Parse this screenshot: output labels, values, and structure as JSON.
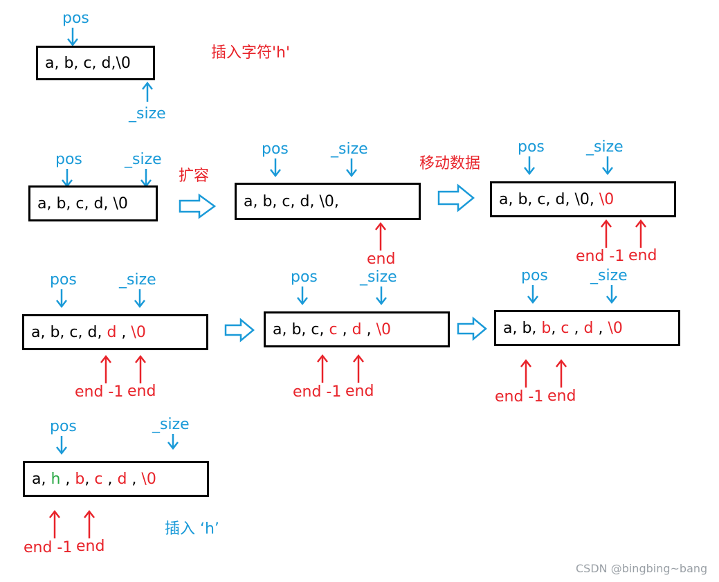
{
  "labels": {
    "pos": "pos",
    "size": "_size",
    "end": "end",
    "end_minus_1": "end -1"
  },
  "captions": {
    "insert_char": "插入字符'h'",
    "expand": "扩容",
    "move_data": "移动数据",
    "insert_h": "插入 ‘h’"
  },
  "boxes": {
    "b1": [
      {
        "t": "a, b, c, d,\\0",
        "c": "black"
      }
    ],
    "b2": [
      {
        "t": "a, b, c, d, \\0",
        "c": "black"
      }
    ],
    "b3": [
      {
        "t": "a, b, c, d, \\0,",
        "c": "black"
      }
    ],
    "b4": [
      {
        "t": "a, b, c, d, \\0, ",
        "c": "black"
      },
      {
        "t": "\\0",
        "c": "red"
      }
    ],
    "b5": [
      {
        "t": "a, b, c, d, ",
        "c": "black"
      },
      {
        "t": "d",
        "c": "red"
      },
      {
        "t": " , ",
        "c": "black"
      },
      {
        "t": "\\0",
        "c": "red"
      }
    ],
    "b6": [
      {
        "t": "a, b, c, ",
        "c": "black"
      },
      {
        "t": "c",
        "c": "red"
      },
      {
        "t": " , ",
        "c": "black"
      },
      {
        "t": "d",
        "c": "red"
      },
      {
        "t": " , ",
        "c": "black"
      },
      {
        "t": "\\0",
        "c": "red"
      }
    ],
    "b7": [
      {
        "t": "a, b, ",
        "c": "black"
      },
      {
        "t": "b",
        "c": "red"
      },
      {
        "t": ", ",
        "c": "black"
      },
      {
        "t": "c",
        "c": "red"
      },
      {
        "t": " , ",
        "c": "black"
      },
      {
        "t": "d",
        "c": "red"
      },
      {
        "t": " , ",
        "c": "black"
      },
      {
        "t": "\\0",
        "c": "red"
      }
    ],
    "b8": [
      {
        "t": "a, ",
        "c": "black"
      },
      {
        "t": "h",
        "c": "green"
      },
      {
        "t": " , ",
        "c": "black"
      },
      {
        "t": "b",
        "c": "red"
      },
      {
        "t": ", ",
        "c": "black"
      },
      {
        "t": "c",
        "c": "red"
      },
      {
        "t": " , ",
        "c": "black"
      },
      {
        "t": "d",
        "c": "red"
      },
      {
        "t": " , ",
        "c": "black"
      },
      {
        "t": "\\0",
        "c": "red"
      }
    ]
  },
  "colors": {
    "blue": "#1a9ad8",
    "red": "#e8232a",
    "green": "#2aa845"
  },
  "watermark": "CSDN @bingbing~bang"
}
